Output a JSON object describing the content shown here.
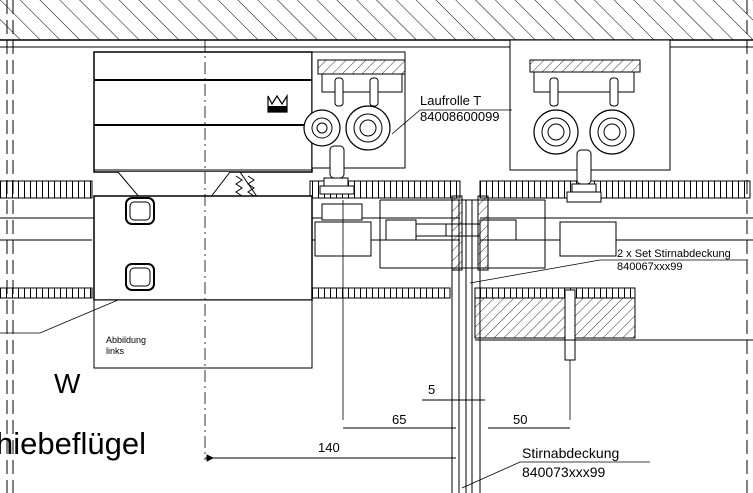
{
  "labels": {
    "roller_name": "Laufrolle T",
    "roller_number": "84008600099",
    "end_cover_set": "2 x Set Stirnabdeckung",
    "end_cover_set_number": "840067xxx99",
    "figure_note_line1": "Abbildung",
    "figure_note_line2": "links",
    "wall_marker": "W",
    "sliding_leaf_fragment": "hiebeflügel",
    "end_cover": "Stirnabdeckung",
    "end_cover_number": "840073xxx99"
  },
  "dimensions": {
    "gap": "5",
    "left_offset": "65",
    "right_offset": "50",
    "total": "140"
  },
  "colors": {
    "line": "#000000",
    "background": "#ffffff"
  }
}
